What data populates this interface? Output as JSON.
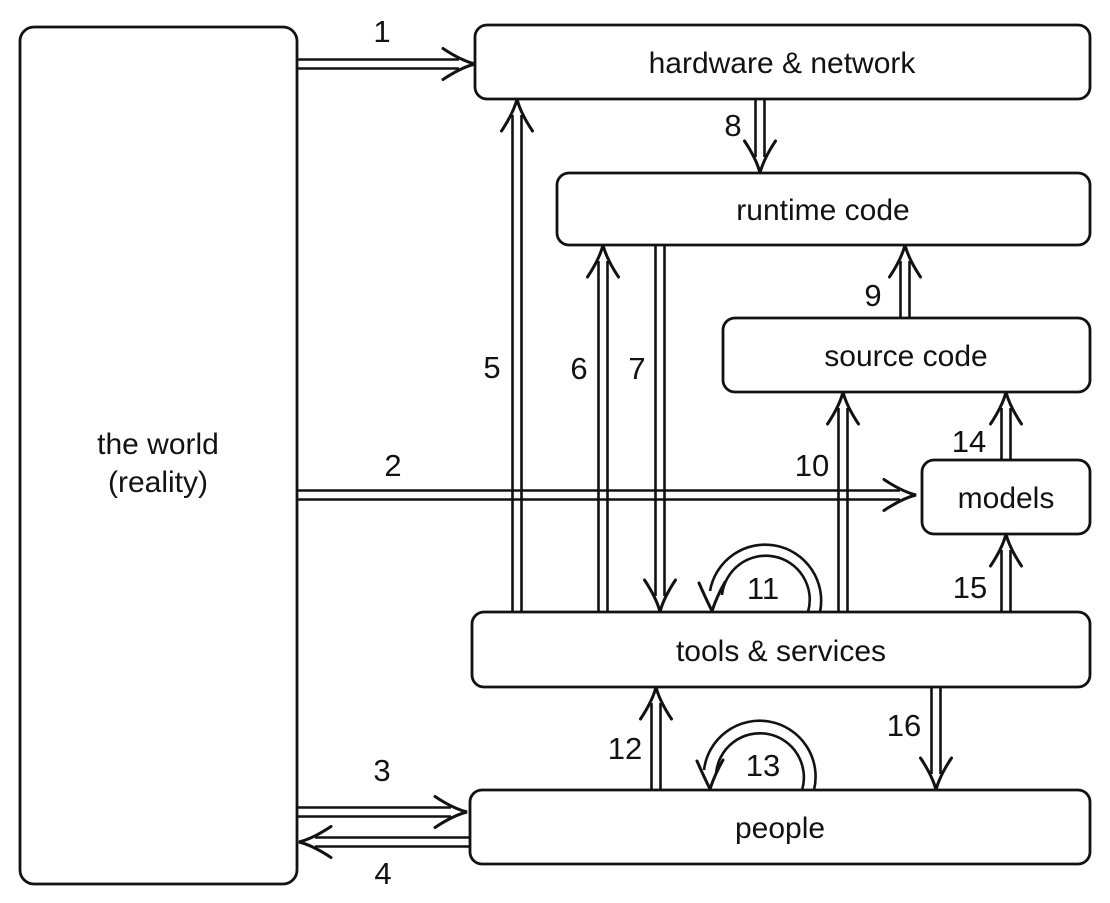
{
  "background": "#ffffff",
  "stroke_color": "#121212",
  "diagram": {
    "nodes": [
      {
        "id": "world",
        "label_line1": "the world",
        "label_line2": "(reality)"
      },
      {
        "id": "hardware-network",
        "label": "hardware & network"
      },
      {
        "id": "runtime-code",
        "label": "runtime code"
      },
      {
        "id": "source-code",
        "label": "source code"
      },
      {
        "id": "models",
        "label": "models"
      },
      {
        "id": "tools-services",
        "label": "tools & services"
      },
      {
        "id": "people",
        "label": "people"
      }
    ],
    "edges": [
      {
        "num": "1",
        "from": "the world (reality)",
        "to": "hardware & network"
      },
      {
        "num": "2",
        "from": "the world (reality)",
        "to": "models"
      },
      {
        "num": "3",
        "from": "the world (reality)",
        "to": "people"
      },
      {
        "num": "4",
        "from": "people",
        "to": "the world (reality)"
      },
      {
        "num": "5",
        "from": "tools & services",
        "to": "hardware & network"
      },
      {
        "num": "6",
        "from": "tools & services",
        "to": "runtime code"
      },
      {
        "num": "7",
        "from": "runtime code",
        "to": "tools & services"
      },
      {
        "num": "8",
        "from": "hardware & network",
        "to": "runtime code"
      },
      {
        "num": "9",
        "from": "source code",
        "to": "runtime code"
      },
      {
        "num": "10",
        "from": "tools & services",
        "to": "source code"
      },
      {
        "num": "11",
        "from": "tools & services",
        "to": "tools & services"
      },
      {
        "num": "12",
        "from": "people",
        "to": "tools & services"
      },
      {
        "num": "13",
        "from": "people",
        "to": "people"
      },
      {
        "num": "14",
        "from": "models",
        "to": "source code"
      },
      {
        "num": "15",
        "from": "tools & services",
        "to": "models"
      },
      {
        "num": "16",
        "from": "tools & services",
        "to": "people"
      }
    ]
  }
}
